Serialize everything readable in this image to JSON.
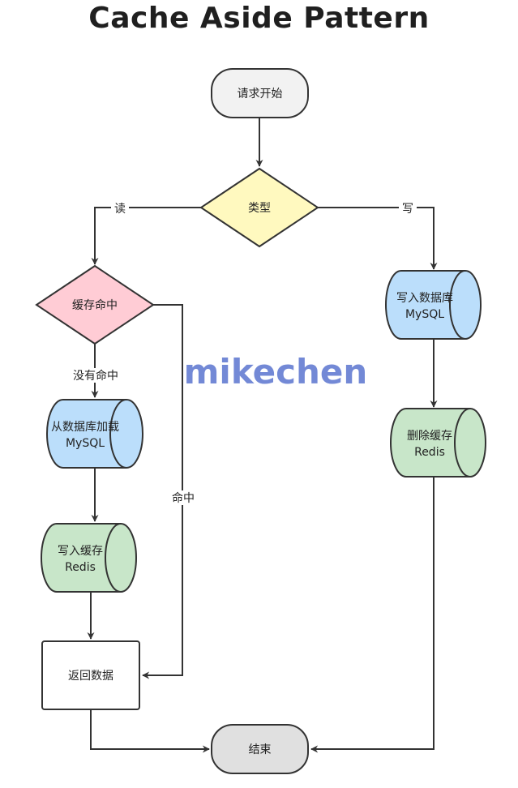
{
  "title": "Cache Aside Pattern",
  "watermark": "mikechen",
  "colors": {
    "start_end_fill": "#f2f2f2",
    "end_fill": "#e0e0e0",
    "decision_type_fill": "#fff9bf",
    "decision_cache_fill": "#ffccd5",
    "mysql_fill": "#bbdefb",
    "redis_fill": "#c8e6c9",
    "stroke": "#333333",
    "watermark": "#7389d6"
  },
  "nodes": {
    "start": {
      "label": "请求开始"
    },
    "type": {
      "label": "类型"
    },
    "cache_hit": {
      "label": "缓存命中"
    },
    "load_db": {
      "line1": "从数据库加载",
      "line2": "MySQL"
    },
    "write_cache": {
      "line1": "写入缓存",
      "line2": "Redis"
    },
    "return_data": {
      "label": "返回数据"
    },
    "write_db": {
      "line1": "写入数据库",
      "line2": "MySQL"
    },
    "delete_cache": {
      "line1": "删除缓存",
      "line2": "Redis"
    },
    "end": {
      "label": "结束"
    }
  },
  "edge_labels": {
    "read": "读",
    "write": "写",
    "miss": "没有命中",
    "hit": "命中"
  }
}
